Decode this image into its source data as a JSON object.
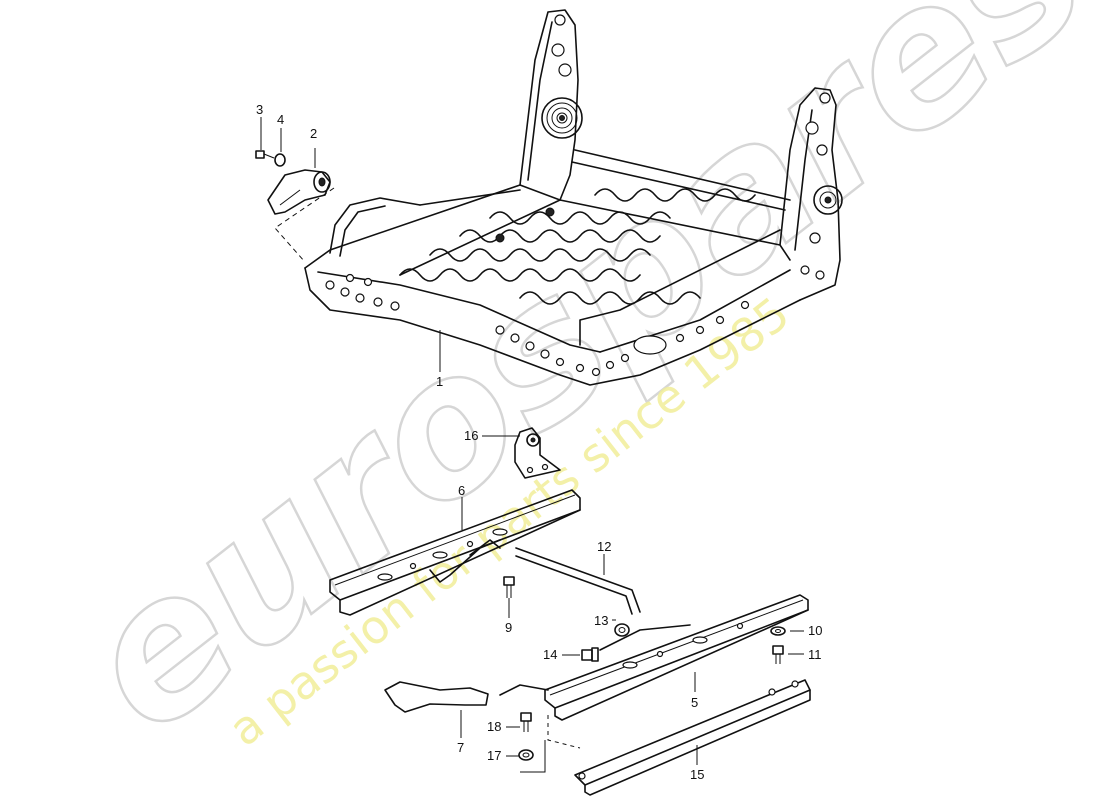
{
  "watermark": {
    "brand": "eurospares",
    "tagline": "a passion for parts since 1985",
    "tagline_color": "#f1ee9a",
    "brand_color": "#d6d6d6"
  },
  "callouts": {
    "c1": "1",
    "c2": "2",
    "c3": "3",
    "c4": "4",
    "c5": "5",
    "c6": "6",
    "c7": "7",
    "c9": "9",
    "c10": "10",
    "c11": "11",
    "c12": "12",
    "c13": "13",
    "c14": "14",
    "c15": "15",
    "c16": "16",
    "c17": "17",
    "c18": "18"
  }
}
